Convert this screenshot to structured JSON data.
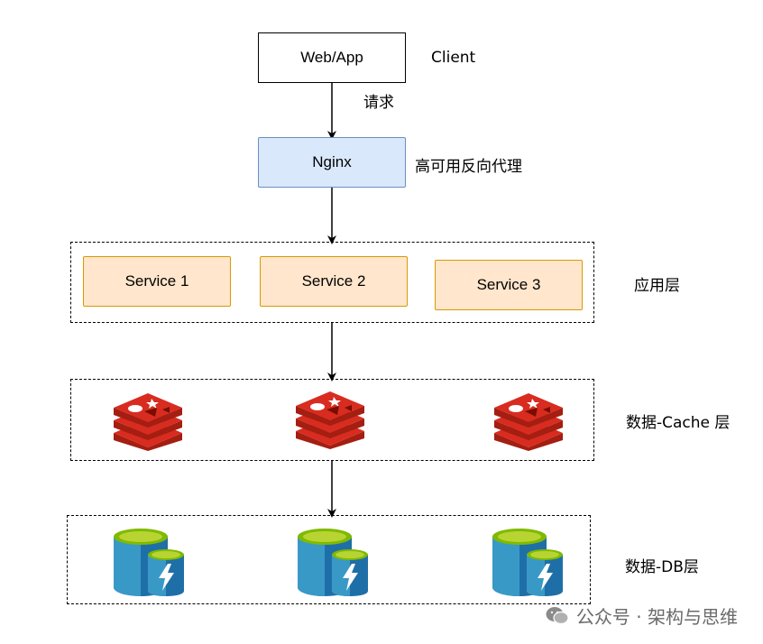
{
  "client": {
    "box_label": "Web/App",
    "side_label": "Client",
    "request_label": "请求"
  },
  "nginx": {
    "box_label": "Nginx",
    "side_label": "高可用反向代理"
  },
  "app_layer": {
    "label": "应用层",
    "services": [
      "Service 1",
      "Service 2",
      "Service 3"
    ]
  },
  "cache_layer": {
    "label": "数据-Cache 层",
    "icon": "redis-icon"
  },
  "db_layer": {
    "label": "数据-DB层",
    "icon": "database-icon"
  },
  "watermark": {
    "text": "公众号 · 架构与思维",
    "icon": "wechat-icon"
  },
  "colors": {
    "nginx_fill": "#dae8fc",
    "nginx_stroke": "#6c8ebf",
    "service_fill": "#ffe6cc",
    "service_stroke": "#d79b00",
    "redis_red": "#c6302b",
    "db_blue": "#3999c6"
  }
}
